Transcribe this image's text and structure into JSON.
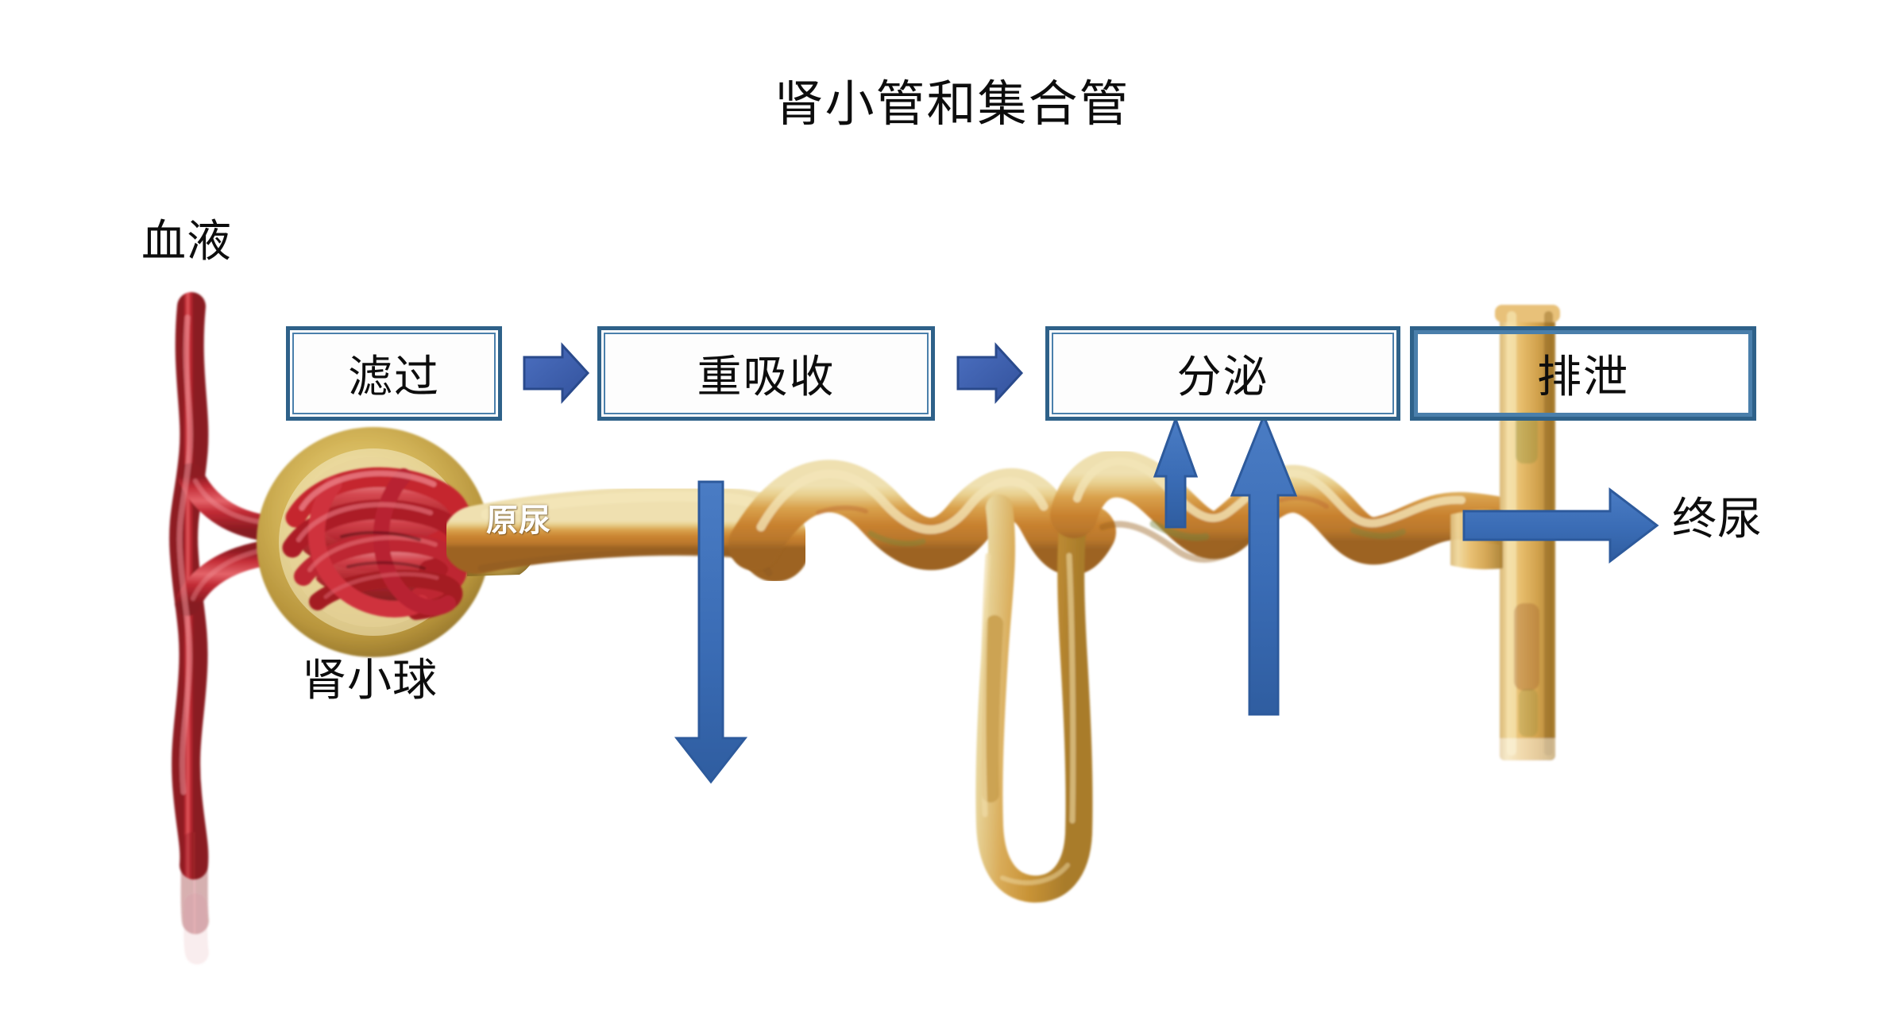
{
  "title": "肾小管和集合管",
  "labels": {
    "blood": "血液",
    "glomerulus": "肾小球",
    "primary_urine": "原尿",
    "final_urine": "终尿"
  },
  "stages": [
    {
      "id": "filtration",
      "label": "滤过"
    },
    {
      "id": "reabsorption",
      "label": "重吸收"
    },
    {
      "id": "secretion",
      "label": "分泌"
    },
    {
      "id": "excretion",
      "label": "排泄"
    }
  ],
  "connector_arrows": [
    {
      "name": "filtration-to-reabsorption-arrow",
      "direction": "right"
    },
    {
      "name": "reabsorption-to-secretion-arrow",
      "direction": "right"
    }
  ],
  "flow_arrows": [
    {
      "name": "reabsorption-down-arrow",
      "direction": "down",
      "stage": "重吸收"
    },
    {
      "name": "secretion-up-arrow-short",
      "direction": "up",
      "stage": "分泌"
    },
    {
      "name": "secretion-up-arrow-long",
      "direction": "up",
      "stage": "分泌"
    },
    {
      "name": "excretion-right-arrow",
      "direction": "right",
      "stage": "排泄"
    }
  ],
  "anatomy": [
    {
      "name": "renal-artery-vessel",
      "color_hex": "#b32430"
    },
    {
      "name": "bowmans-capsule",
      "color_hex": "#cdae5a"
    },
    {
      "name": "glomerulus-capillary-tuft",
      "color_hex": "#c22631"
    },
    {
      "name": "proximal-convoluted-tubule",
      "color_hex": "#d9a44f"
    },
    {
      "name": "loop-of-henle",
      "color_hex": "#d7a954"
    },
    {
      "name": "distal-convoluted-tubule",
      "color_hex": "#deb062"
    },
    {
      "name": "collecting-duct",
      "color_hex": "#e0b264"
    }
  ],
  "colors": {
    "box_border": "#2e6189",
    "box_border_inner": "#4a7fab",
    "arrow_blue": "#3a6fb7",
    "arrow_blue_dark": "#2c5795",
    "blood_red": "#b32430",
    "tubule_gold": "#d9a44f",
    "background": "#ffffff",
    "text": "#0d0d0d"
  }
}
